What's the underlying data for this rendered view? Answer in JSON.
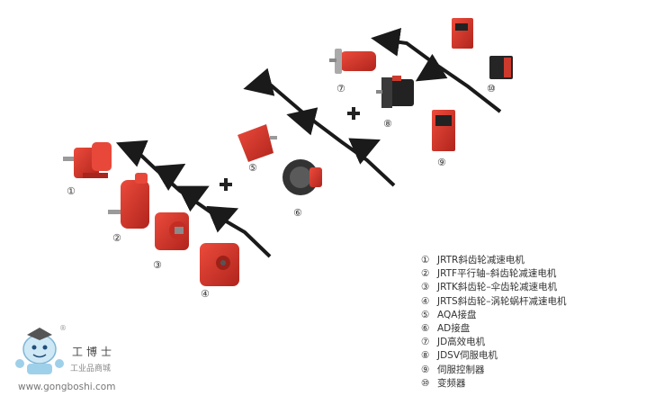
{
  "items": [
    {
      "num": "①",
      "label": "JRTR斜齿轮减速电机"
    },
    {
      "num": "②",
      "label": "JRTF平行轴–斜齿轮减速电机"
    },
    {
      "num": "③",
      "label": "JRTK斜齿轮–伞齿轮减速电机"
    },
    {
      "num": "④",
      "label": "JRTS斜齿轮–涡轮蜗杆减速电机"
    },
    {
      "num": "⑤",
      "label": "AQA接盘"
    },
    {
      "num": "⑥",
      "label": "AD接盘"
    },
    {
      "num": "⑦",
      "label": "JD高效电机"
    },
    {
      "num": "⑧",
      "label": "JDSV伺服电机"
    },
    {
      "num": "⑨",
      "label": "伺服控制器"
    },
    {
      "num": "⑩",
      "label": "变频器"
    }
  ],
  "logo": {
    "name": "工博士",
    "subtitle": "工业品商城",
    "url": "www.gongboshi.com",
    "registered": "®"
  },
  "colors": {
    "product_red": "#d9342b",
    "arrow": "#1a1a1a"
  }
}
